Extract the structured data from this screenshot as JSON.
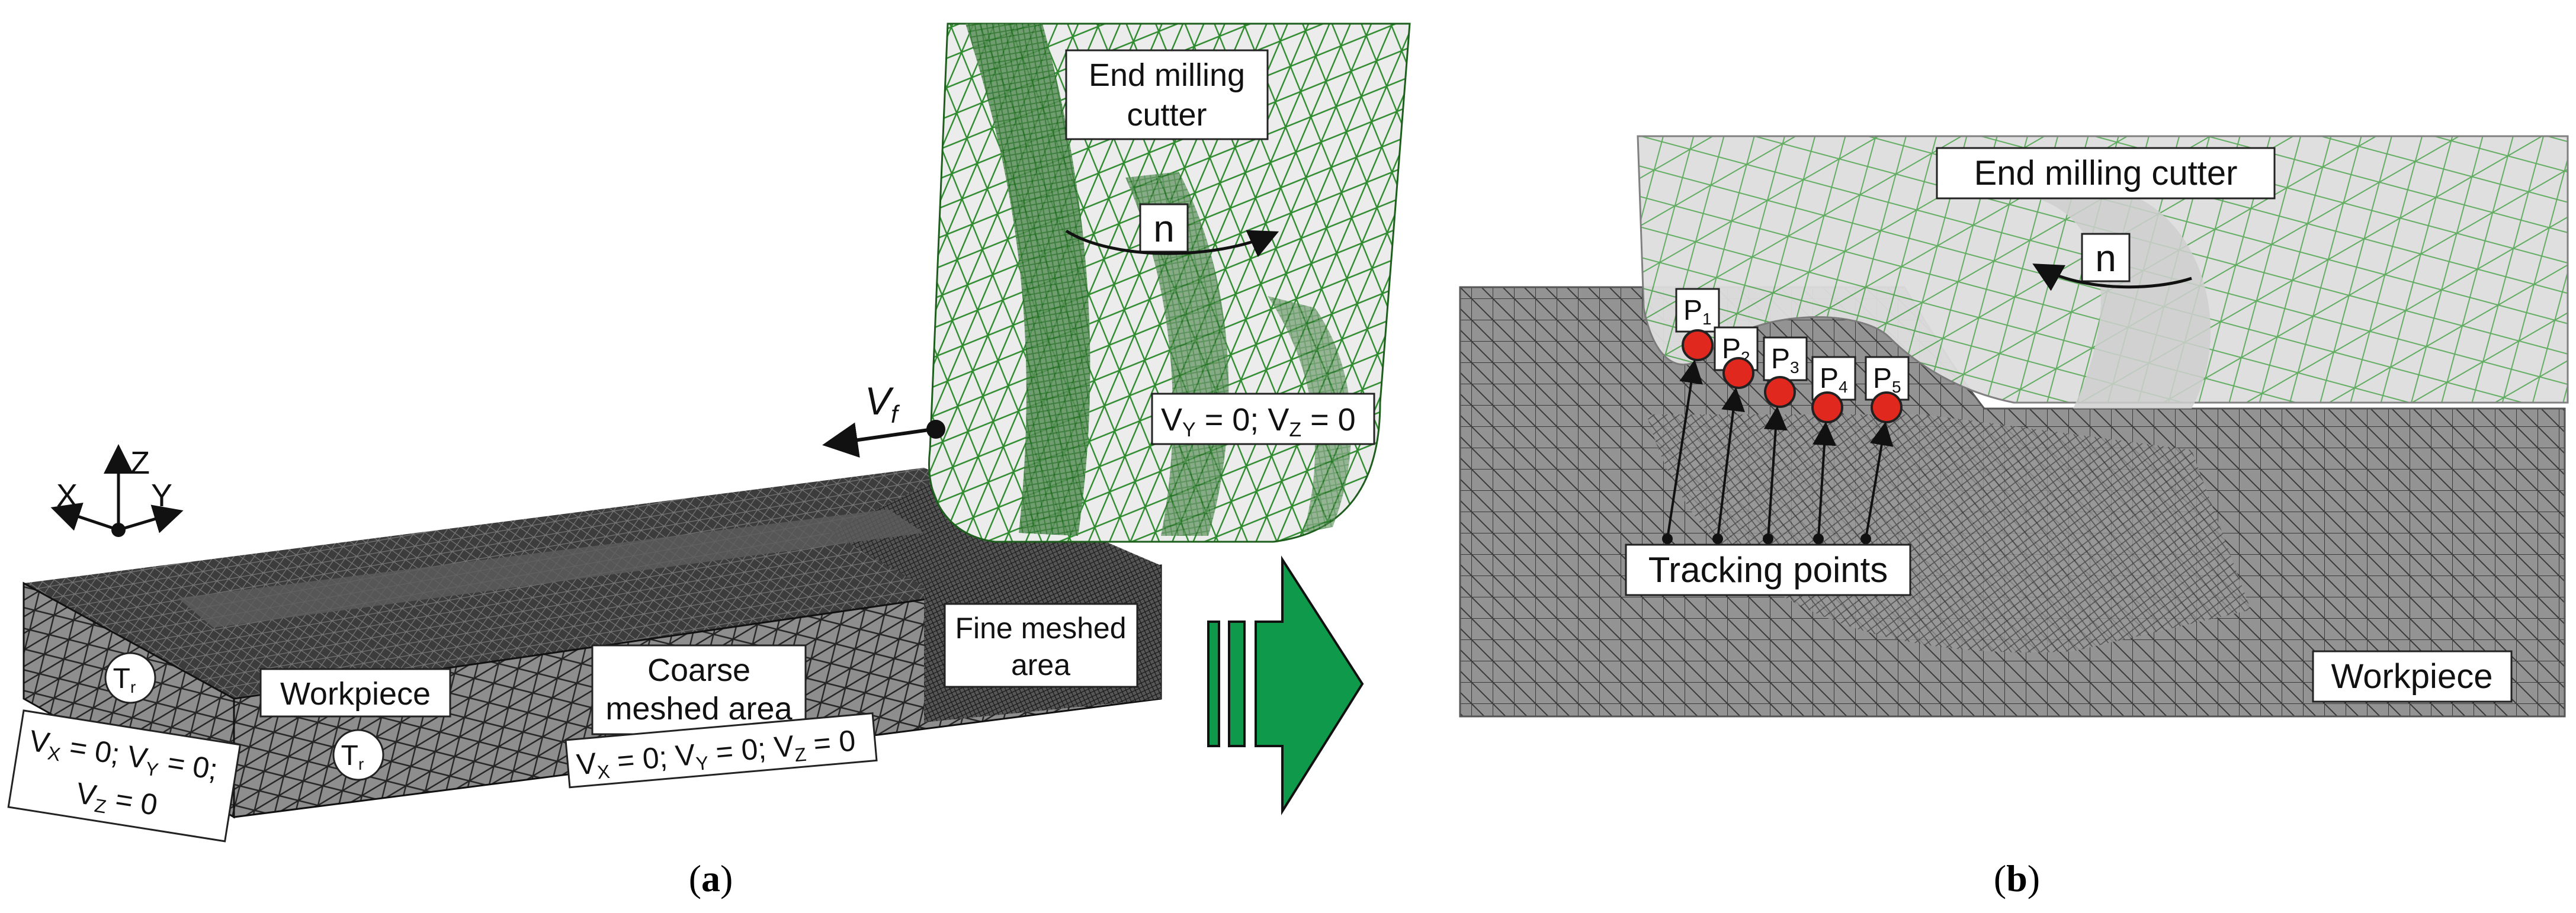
{
  "panel_a": {
    "caption_open": "(",
    "caption_letter": "a",
    "caption_close": ")",
    "axes": {
      "z": "Z",
      "x": "X",
      "y": "Y"
    },
    "cutter_label_line1": "End milling",
    "cutter_label_line2": "cutter",
    "rotation_label": "n",
    "feed_label": "V",
    "feed_sub": "f",
    "cutter_bc": {
      "v1": "V",
      "s1": "Y",
      "t1": " = 0; ",
      "v2": "V",
      "s2": "Z",
      "t2": " = 0"
    },
    "workpiece_label": "Workpiece",
    "coarse_line1": "Coarse",
    "coarse_line2": "meshed area",
    "fine_line1": "Fine meshed",
    "fine_line2": "area",
    "temp_label": "T",
    "temp_sub": "r",
    "side_bc": {
      "v1": "V",
      "s1": "X",
      "t1": " = 0; ",
      "v2": "V",
      "s2": "Y",
      "t2": " = 0;",
      "v3": "V",
      "s3": "Z",
      "t3": " = 0"
    },
    "bottom_bc": {
      "v1": "V",
      "s1": "X",
      "t1": " = 0; ",
      "v2": "V",
      "s2": "Y",
      "t2": " = 0; ",
      "v3": "V",
      "s3": "Z",
      "t3": " = 0"
    }
  },
  "panel_b": {
    "caption_open": "(",
    "caption_letter": "b",
    "caption_close": ")",
    "cutter_label": "End milling cutter",
    "rotation_label": "n",
    "point_letter": "P",
    "points": [
      "1",
      "2",
      "3",
      "4",
      "5"
    ],
    "tracking_label": "Tracking points",
    "workpiece_label": "Workpiece"
  },
  "colors": {
    "mesh_green": "#2d8a2d",
    "arrow_green": "#0e9a4a",
    "point_red": "#e0281e",
    "workpiece_gray": "#8a8a8a",
    "cutter_gray": "#e0e0e0"
  }
}
